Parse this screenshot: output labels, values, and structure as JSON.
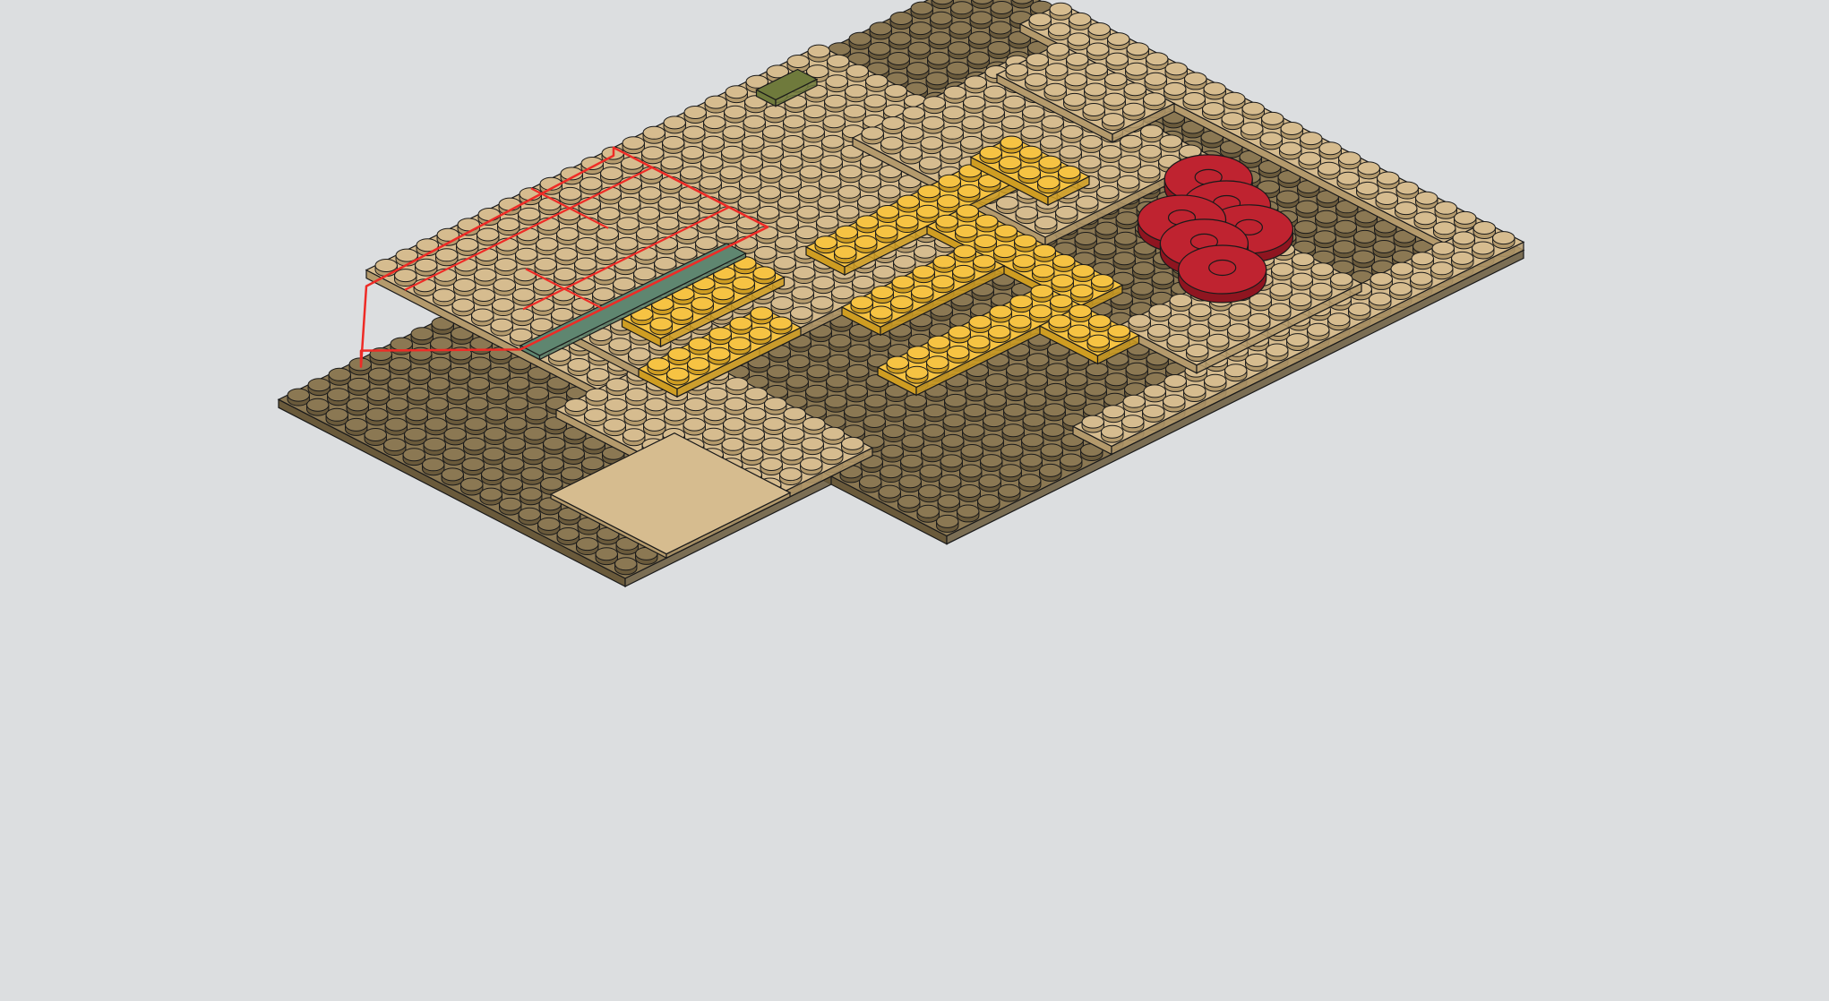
{
  "colors": {
    "background": "#dcdee0",
    "tan": "#d6bc8f",
    "tan_side": "#b49a6c",
    "dark_tan": "#8b7853",
    "dark_tan_side": "#6a5a3b",
    "yellow": "#f6c343",
    "yellow_side": "#cf9d22",
    "red": "#bf2330",
    "red_side": "#8f1520",
    "sand_green": "#5f8670",
    "olive": "#6f7a3c",
    "highlight": "#ee2b26",
    "outline": "#1a1a1a"
  },
  "parts": [
    {
      "name": "dark-tan-baseplate",
      "color": "dark_tan"
    },
    {
      "name": "tan-plates",
      "color": "tan"
    },
    {
      "name": "yellow-plates",
      "color": "yellow"
    },
    {
      "name": "red-round-tiles",
      "color": "red"
    },
    {
      "name": "sand-green-tile",
      "color": "sand_green"
    },
    {
      "name": "olive-grille-tile",
      "color": "olive"
    },
    {
      "name": "new-parts-outline",
      "color": "highlight"
    }
  ]
}
